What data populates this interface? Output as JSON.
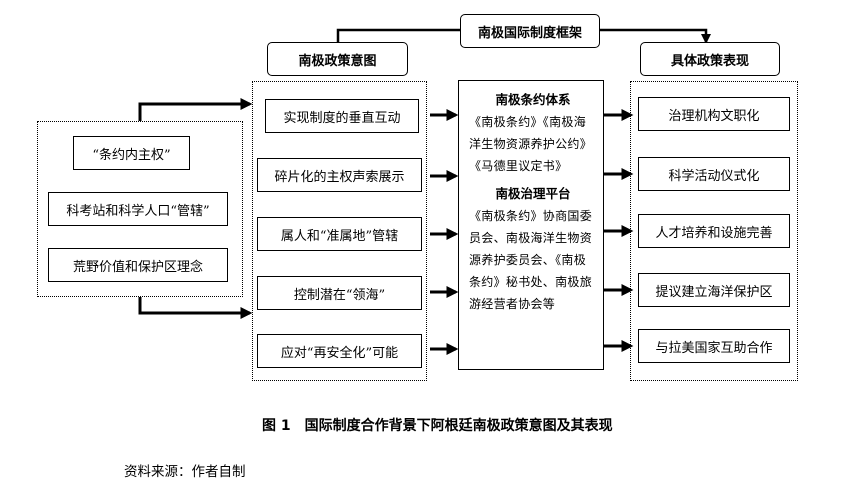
{
  "headers": {
    "middle": "南极政策意图",
    "top": "南极国际制度框架",
    "right": "具体政策表现"
  },
  "left_items": [
    "“条约内主权”",
    "科考站和科学人口“管辖”",
    "荒野价值和保护区理念"
  ],
  "middle_items": [
    "实现制度的垂直互动",
    "碎片化的主权声索展示",
    "属人和“准属地”管辖",
    "控制潜在“领海”",
    "应对“再安全化”可能"
  ],
  "center": {
    "section1_title": "南极条约体系",
    "section1_body": "《南极条约》《南极海洋生物资源养护公约》《马德里议定书》",
    "section2_title": "南极治理平台",
    "section2_body": "《南极条约》协商国委员会、南极海洋生物资源养护委员会、《南极条约》秘书处、南极旅游经营者协会等"
  },
  "right_items": [
    "治理机构文职化",
    "科学活动仪式化",
    "人才培养和设施完善",
    "提议建立海洋保护区",
    "与拉美国家互助合作"
  ],
  "caption": "图 1　国际制度合作背景下阿根廷南极政策意图及其表现",
  "source": "资料来源：作者自制"
}
